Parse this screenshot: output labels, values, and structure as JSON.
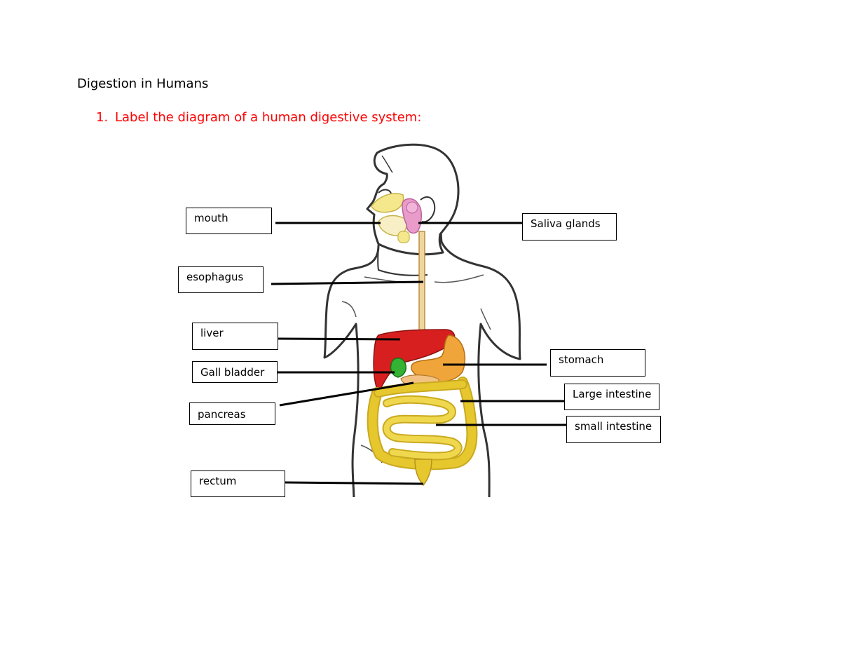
{
  "document": {
    "title": "Digestion in Humans",
    "question_number": "1.",
    "question_text": "Label the diagram of a human digestive system:"
  },
  "diagram": {
    "labels": [
      {
        "id": "mouth",
        "text": "mouth"
      },
      {
        "id": "saliva-glands",
        "text": "Saliva glands"
      },
      {
        "id": "esophagus",
        "text": "esophagus"
      },
      {
        "id": "liver",
        "text": "liver"
      },
      {
        "id": "stomach",
        "text": "stomach"
      },
      {
        "id": "gall-bladder",
        "text": "Gall bladder"
      },
      {
        "id": "large-intestine",
        "text": "Large intestine"
      },
      {
        "id": "pancreas",
        "text": "pancreas"
      },
      {
        "id": "small-intestine",
        "text": "small intestine"
      },
      {
        "id": "rectum",
        "text": "rectum"
      }
    ],
    "colors": {
      "body_outline": "#333333",
      "liver": "#d81f1f",
      "stomach": "#f0a53a",
      "gall_bladder": "#33b233",
      "intestine": "#e6c72e",
      "esophagus": "#f2d59a",
      "saliva_glands": "#e99bc9",
      "palate": "#f5e88c",
      "leader_line": "#000000",
      "question_text": "#ff0000"
    }
  }
}
